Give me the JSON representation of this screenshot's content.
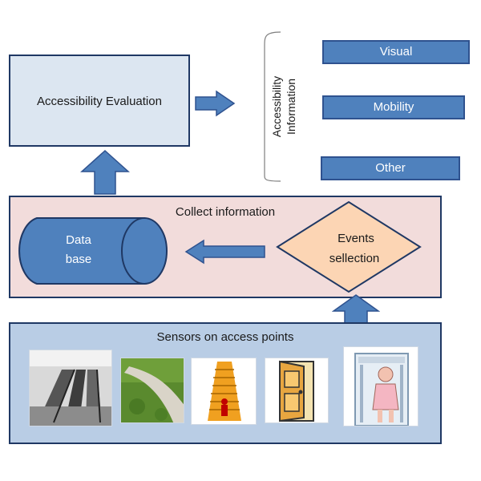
{
  "diagram": {
    "evaluation": {
      "label": "Accessibility Evaluation"
    },
    "accessibility_information": {
      "line1": "Accessibility",
      "line2": "Information"
    },
    "info_categories": [
      "Visual",
      "Mobility",
      "Other"
    ],
    "collect": {
      "label": "Collect information",
      "database": {
        "line1": "Data",
        "line2": "base"
      },
      "events": {
        "line1": "Events",
        "line2": "sellection"
      }
    },
    "sensors": {
      "label": "Sensors  on access points",
      "images": [
        "escalator-photo",
        "path-photo",
        "stairs-illustration",
        "door-illustration",
        "security-gate-illustration"
      ]
    },
    "colors": {
      "box_blue_fill": "#dce6f1",
      "box_border": "#1f3864",
      "arrow_blue": "#4f81bd",
      "pink_fill": "#f2dcdb",
      "sensor_fill": "#b9cde5",
      "diamond_fill": "#fcd5b4"
    }
  }
}
